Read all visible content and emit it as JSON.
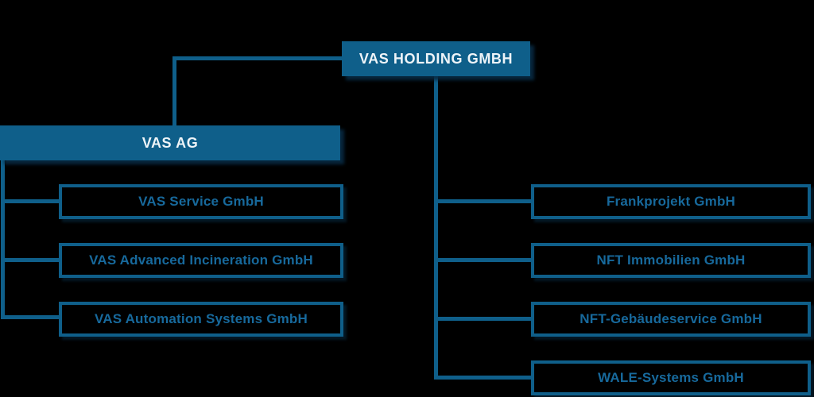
{
  "diagram_title": "VAS Holding corporate structure organization chart",
  "colors": {
    "background": "#000000",
    "primary_blue": "#0f5f8a",
    "outlined_text_blue": "#17699c",
    "filled_box_text": "#eef4f8"
  },
  "org_chart": {
    "root": {
      "label": "VAS HOLDING GMBH"
    },
    "left_subsidiary": {
      "label": "VAS AG",
      "children": [
        {
          "label": "VAS Service GmbH"
        },
        {
          "label": "VAS Advanced Incineration GmbH"
        },
        {
          "label": "VAS Automation Systems GmbH"
        }
      ]
    },
    "right_children": [
      {
        "label": "Frankprojekt GmbH"
      },
      {
        "label": "NFT Immobilien GmbH"
      },
      {
        "label": "NFT-Gebäudeservice GmbH"
      },
      {
        "label": "WALE-Systems GmbH"
      }
    ]
  }
}
